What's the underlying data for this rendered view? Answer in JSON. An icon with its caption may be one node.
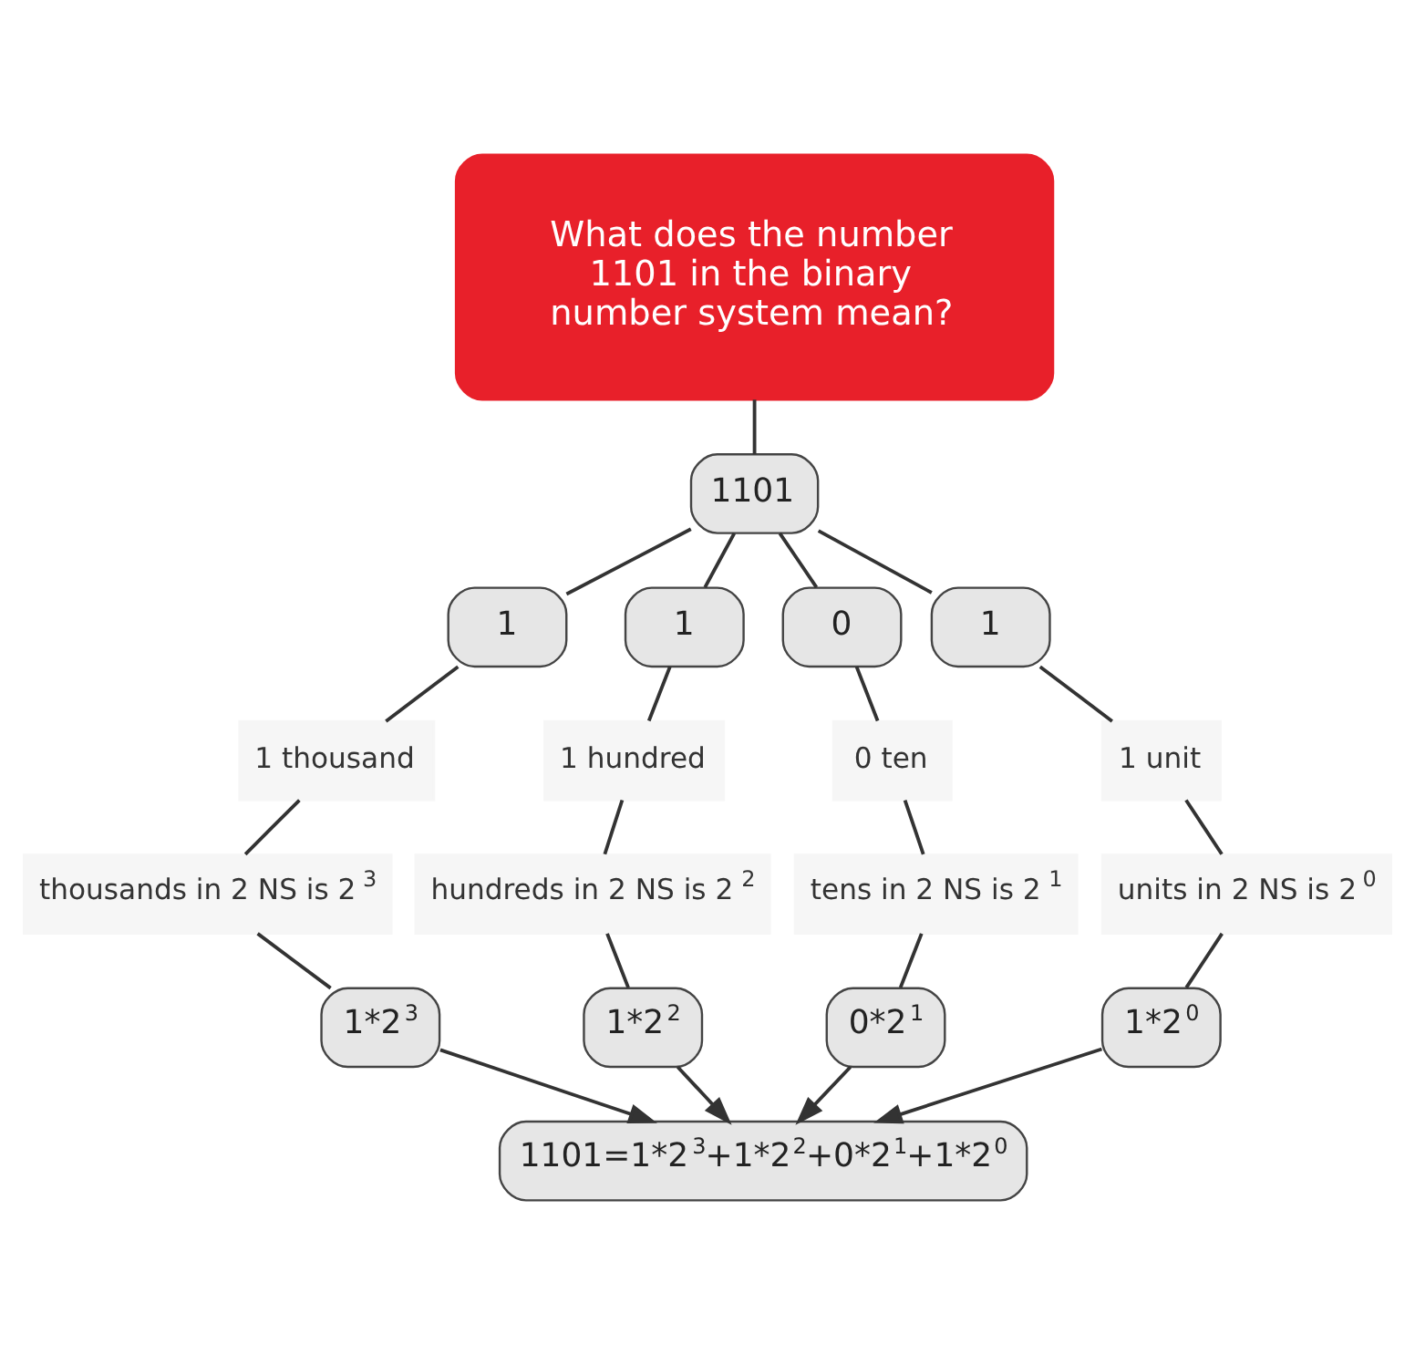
{
  "diagram": {
    "nodes": [
      {
        "text": [
          "What does the number 1101 in the binary number system mean?"
        ]
      },
      {
        "text": [
          "1101"
        ]
      },
      {
        "text": [
          "1"
        ]
      },
      {
        "text": [
          "1"
        ]
      },
      {
        "text": [
          "0"
        ]
      },
      {
        "text": [
          "1"
        ]
      },
      {
        "text": [
          "1 thousand"
        ]
      },
      {
        "text": [
          "1 hundred"
        ]
      },
      {
        "text": [
          "0 ten"
        ]
      },
      {
        "text": [
          "1 unit"
        ]
      },
      {
        "text": [
          "thousands in 2 NS is 2$^{3}$"
        ]
      },
      {
        "text": [
          "hundreds in 2 NS is 2$^{2}$"
        ]
      },
      {
        "text": [
          "tens in 2 NS is 2$^{1}$"
        ]
      },
      {
        "text": [
          "units in 2 NS is 2$^{0}$"
        ]
      },
      {
        "text": [
          "1*2$^{3}$"
        ]
      },
      {
        "text": [
          "1*2$^{2}$"
        ]
      },
      {
        "text": [
          "0*2$^{1}$"
        ]
      },
      {
        "text": [
          "1*2$^{0}$"
        ]
      },
      {
        "text": [
          "1101=1*2$^{3}$+1*2$^{2}$+0*2$^{1}$+1*2$^{0}$"
        ]
      }
    ],
    "edges": [
      {
        "from": 0,
        "to": 1,
        "arrow": "none"
      },
      {
        "from": 1,
        "to": 2,
        "arrow": "none"
      },
      {
        "from": 1,
        "to": 3,
        "arrow": "none"
      },
      {
        "from": 1,
        "to": 4,
        "arrow": "none"
      },
      {
        "from": 1,
        "to": 5,
        "arrow": "none"
      },
      {
        "from": 2,
        "to": 6,
        "arrow": "none"
      },
      {
        "from": 3,
        "to": 7,
        "arrow": "none"
      },
      {
        "from": 4,
        "to": 8,
        "arrow": "none"
      },
      {
        "from": 5,
        "to": 9,
        "arrow": "none"
      },
      {
        "from": 6,
        "to": 10,
        "arrow": "none"
      },
      {
        "from": 7,
        "to": 11,
        "arrow": "none"
      },
      {
        "from": 8,
        "to": 12,
        "arrow": "none"
      },
      {
        "from": 9,
        "to": 13,
        "arrow": "none"
      },
      {
        "from": 10,
        "to": 14,
        "arrow": "none"
      },
      {
        "from": 11,
        "to": 15,
        "arrow": "none"
      },
      {
        "from": 12,
        "to": 16,
        "arrow": "none"
      },
      {
        "from": 13,
        "to": 17,
        "arrow": "none"
      },
      {
        "from": 14,
        "to": 18,
        "arrow": "to"
      },
      {
        "from": 15,
        "to": 18,
        "arrow": "to"
      },
      {
        "from": 16,
        "to": 18,
        "arrow": "to"
      },
      {
        "from": 17,
        "to": 18,
        "arrow": "to"
      }
    ]
  }
}
